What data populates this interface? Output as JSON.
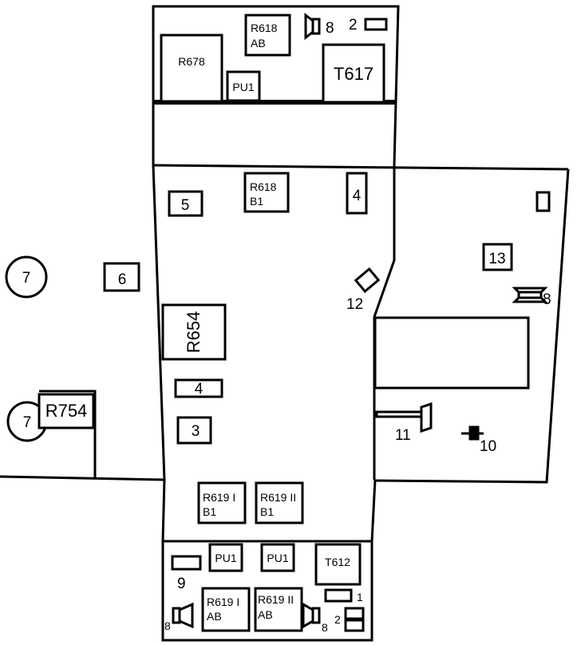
{
  "colors": {
    "stroke": "#000000",
    "fill": "#ffffff"
  },
  "components": {
    "r618ab": [
      "R618",
      "AB"
    ],
    "r618b1": [
      "R618",
      "B1"
    ],
    "r619i_b1": [
      "R619 I",
      "B1"
    ],
    "r619ii_b1": [
      "R619 II",
      "B1"
    ],
    "r619i_ab": [
      "R619 I",
      "AB"
    ],
    "r619ii_ab": [
      "R619 II",
      "AB"
    ],
    "r678": "R678",
    "t617": "T617",
    "t612": "T612",
    "r654": "R654",
    "r754": "R754",
    "pu1": "PU1"
  },
  "numbers": {
    "n1": "1",
    "n2": "2",
    "n3": "3",
    "n4": "4",
    "n5": "5",
    "n6": "6",
    "n7": "7",
    "n8": "8",
    "n9": "9",
    "n10": "10",
    "n11": "11",
    "n12": "12",
    "n13": "13"
  },
  "icons": {
    "speaker": "speaker-icon",
    "resistor": "resistor-icon",
    "capacitor": "capacitor-icon",
    "lever": "lever-icon"
  }
}
